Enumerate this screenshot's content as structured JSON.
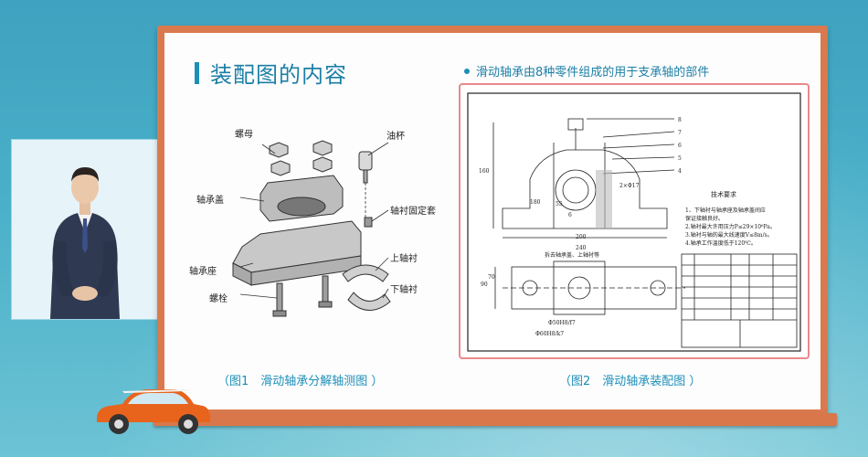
{
  "slide": {
    "title": "装配图的内容",
    "bullet": "滑动轴承由8种零件组成的用于支承轴的部件",
    "caption_left": "（图1　滑动轴承分解轴测图 ）",
    "caption_right": "（图2　滑动轴承装配图 ）"
  },
  "exploded_labels": {
    "nut": "螺母",
    "oil_cup": "油杯",
    "bearing_cap": "轴承盖",
    "bushing_fixing_sleeve": "轴衬固定套",
    "bearing_seat": "轴承座",
    "upper_bushing": "上轴衬",
    "bolt": "螺栓",
    "lower_bushing": "下轴衬"
  },
  "drawing_texts": {
    "tech_req_title": "技术要求",
    "tech_req_lines": [
      "1、下轴衬与轴承座及轴承盖间应",
      "保证接触良好。",
      "2.轴衬最大许用压力P≤29×10⁶Pa。",
      "3.轴衬与轴的最大线速度V≤8m/s。",
      "4.轴承工作温度低于120℃。"
    ],
    "view_label": "拆去轴承盖、上轴衬等",
    "dims": [
      "240",
      "200",
      "180",
      "160",
      "2×Φ17",
      "Φ50H8/f7",
      "Φ60H8/k7",
      "90",
      "70",
      "55",
      "6"
    ]
  },
  "colors": {
    "accent": "#1c8fb8",
    "board": "#d97a4e",
    "frame": "#e9898c"
  }
}
